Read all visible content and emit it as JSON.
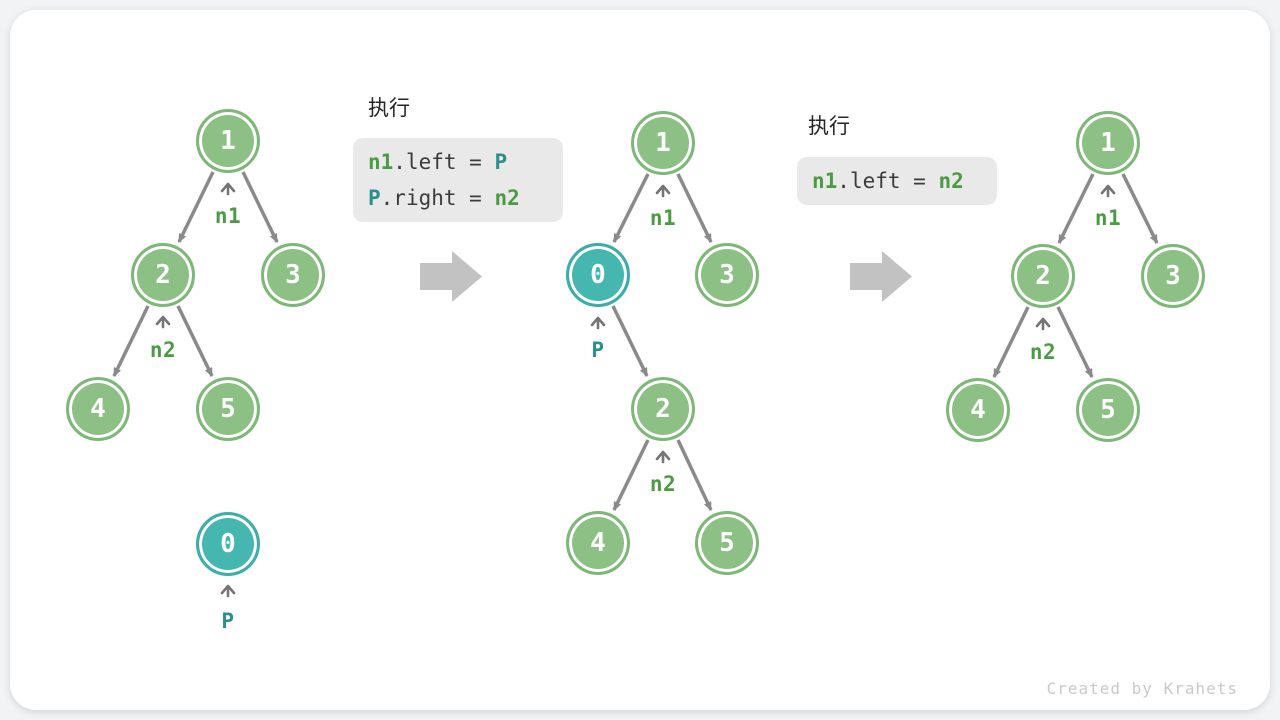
{
  "watermark": "Created by Krahets",
  "colors": {
    "canvas_bg": "#f2f3f4",
    "node_green": "#8cc084",
    "node_green_border": "#7eb878",
    "node_teal": "#45b6b0",
    "node_teal_border": "#3cada7",
    "edge_gray": "#8a8a8a",
    "caret_gray": "#757575",
    "label_green": "#4d9a44",
    "label_teal": "#2e8f8a",
    "code_bg": "#e9e9e9",
    "code_plain": "#3b3b3b",
    "code_green": "#4d9a44",
    "code_teal": "#2e8f8a",
    "block_arrow": "#c2c2c2",
    "title_dark": "#262626",
    "watermark_gray": "#c9c9c9"
  },
  "panel1": {
    "exec_title": "执行",
    "line1": {
      "t1": "n1",
      "t2": ".left",
      "t3": " = ",
      "t4": "P"
    },
    "line2": {
      "t1": "P",
      "t2": ".right",
      "t3": " = ",
      "t4": "n2"
    }
  },
  "panel2": {
    "exec_title": "执行",
    "line1": {
      "t1": "n1",
      "t2": ".left",
      "t3": " = ",
      "t4": "n2"
    }
  },
  "tree_left": {
    "node_1": "1",
    "node_2": "2",
    "node_3": "3",
    "node_4": "4",
    "node_5": "5",
    "node_p": "0",
    "ptr_n1": "n1",
    "ptr_n2": "n2",
    "ptr_p": "P"
  },
  "tree_middle": {
    "node_1": "1",
    "node_p": "0",
    "node_3": "3",
    "node_2": "2",
    "node_4": "4",
    "node_5": "5",
    "ptr_n1": "n1",
    "ptr_p": "P",
    "ptr_n2": "n2"
  },
  "tree_right": {
    "node_1": "1",
    "node_2": "2",
    "node_3": "3",
    "node_4": "4",
    "node_5": "5",
    "ptr_n1": "n1",
    "ptr_n2": "n2"
  }
}
